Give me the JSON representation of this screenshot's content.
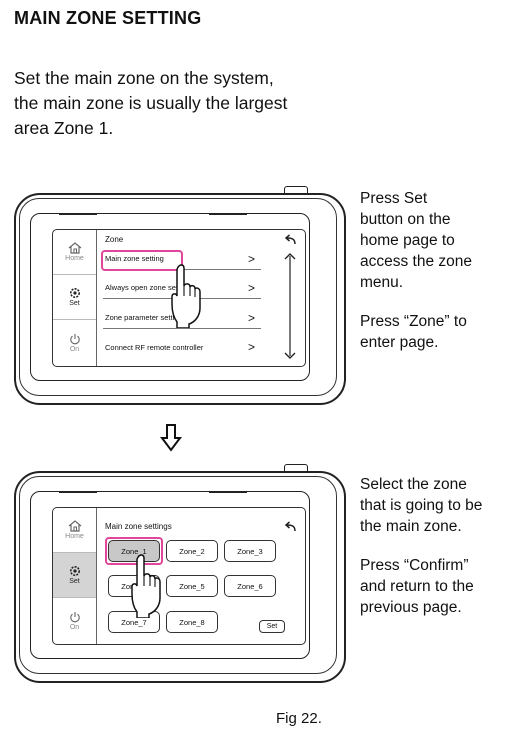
{
  "title": "MAIN ZONE SETTING",
  "intro": [
    "Set the main zone on the system,",
    "the main zone is usually the largest",
    "area Zone 1."
  ],
  "figure1": {
    "sidebar": [
      {
        "label": "Home",
        "icon": "home-icon"
      },
      {
        "label": "Set",
        "icon": "gear-icon"
      },
      {
        "label": "On",
        "icon": "power-icon"
      }
    ],
    "header": "Zone",
    "menu": [
      "Main zone setting",
      "Always open zone setting",
      "Zone parameter setting",
      "Connect RF remote controller"
    ],
    "chevron": ">"
  },
  "text1": [
    [
      "Press Set",
      "button on the",
      "home page to",
      "access the zone",
      "menu."
    ],
    [
      "Press “Zone” to",
      "enter page."
    ]
  ],
  "figure2": {
    "sidebar": [
      {
        "label": "Home",
        "icon": "home-icon"
      },
      {
        "label": "Set",
        "icon": "gear-icon"
      },
      {
        "label": "On",
        "icon": "power-icon"
      }
    ],
    "header": "Main zone settings",
    "zones": [
      "Zone_1",
      "Zone_2",
      "Zone_3",
      "Zone_4",
      "Zone_5",
      "Zone_6",
      "Zone_7",
      "Zone_8"
    ],
    "selected_zone": "Zone_1",
    "set_label": "Set"
  },
  "text2": [
    [
      "Select the zone",
      "that is going to be",
      "the main zone."
    ],
    [
      "Press “Confirm”",
      "and return to the",
      "previous page."
    ]
  ],
  "caption": "Fig 22.",
  "colors": {
    "highlight": "#e0479a",
    "selected": "#c8c8c8"
  }
}
